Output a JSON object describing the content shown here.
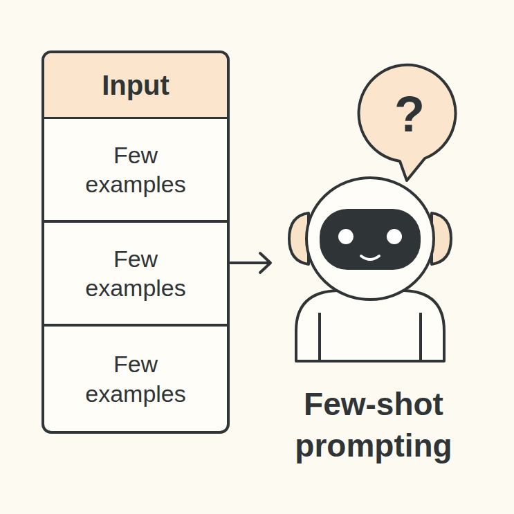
{
  "diagram": {
    "nodes": [
      {
        "text": [
          "Input"
        ]
      },
      {
        "text": [
          "Few examples"
        ]
      },
      {
        "text": [
          "Few examples"
        ]
      },
      {
        "text": [
          "Few examples"
        ]
      },
      {
        "text": [
          "?"
        ]
      }
    ],
    "labels": [
      "Few-shot prompting"
    ]
  }
}
